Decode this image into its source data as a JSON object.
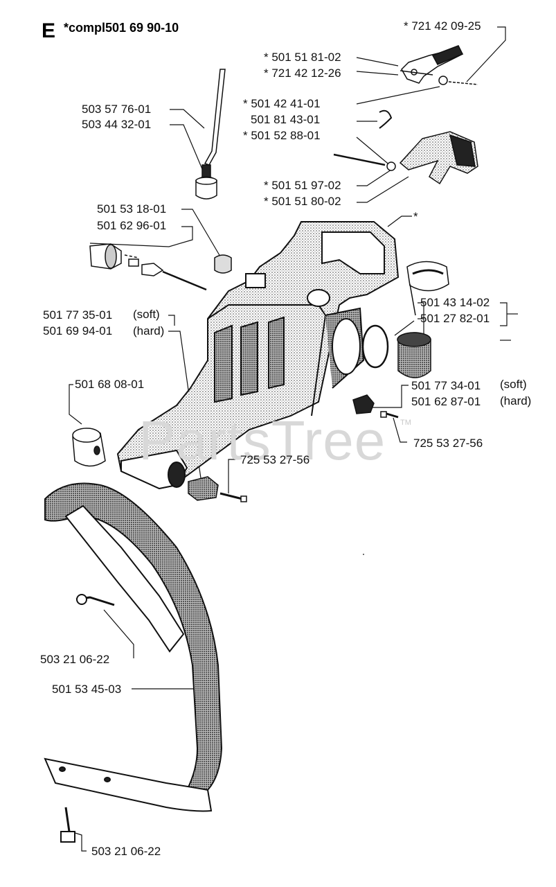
{
  "header": {
    "section_letter": "E",
    "title": "*compl501 69 90-10"
  },
  "watermark": {
    "text": "PartsTree",
    "tm": "TM"
  },
  "labels": {
    "p_721_42_09_25": "* 721 42 09-25",
    "p_501_51_81_02": "* 501 51 81-02",
    "p_721_42_12_26": "* 721 42 12-26",
    "p_501_42_41_01": "* 501 42 41-01",
    "p_501_81_43_01": "501 81 43-01",
    "p_501_52_88_01": "* 501 52 88-01",
    "p_501_51_97_02": "* 501 51 97-02",
    "p_501_51_80_02": "* 501 51 80-02",
    "p_503_57_76_01": "503 57 76-01",
    "p_503_44_32_01": "503 44 32-01",
    "p_501_53_18_01": "501 53 18-01",
    "p_501_62_96_01": "501 62 96-01",
    "star": "*",
    "p_501_43_14_02": "501 43 14-02",
    "p_501_27_82_01": "501 27 82-01",
    "p_501_77_35_01": "501 77 35-01",
    "soft_1": "(soft)",
    "p_501_69_94_01": "501 69 94-01",
    "hard_1": "(hard)",
    "p_501_77_34_01": "501 77 34-01",
    "soft_2": "(soft)",
    "p_501_62_87_01": "501 62 87-01",
    "hard_2": "(hard)",
    "p_501_68_08_01": "501 68 08-01",
    "p_725_53_27_56_a": "725 53 27-56",
    "p_725_53_27_56_b": "725 53 27-56",
    "p_503_21_06_22_a": "503 21 06-22",
    "p_501_53_45_03": "501 53 45-03",
    "p_503_21_06_22_b": "503 21 06-22"
  }
}
